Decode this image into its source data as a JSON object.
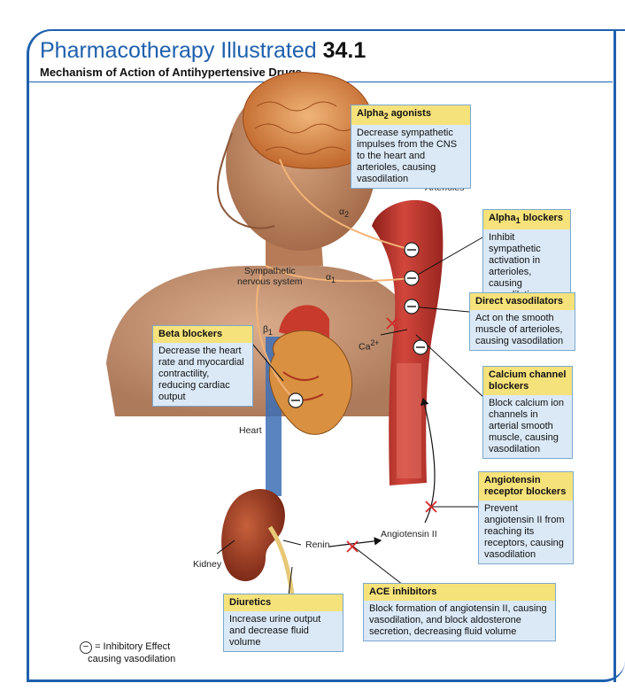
{
  "header": {
    "title": "Pharmacotherapy Illustrated",
    "number": "34.1",
    "subtitle": "Mechanism of Action of Antihypertensive Drugs"
  },
  "labels": {
    "arterioles": "Arterioles",
    "sympathetic": "Sympathetic\nnervous system",
    "heart": "Heart",
    "kidney": "Kidney",
    "renin": "Renin",
    "angiotensin": "Angiotensin II",
    "alpha2": "α",
    "alpha2_sub": "2",
    "alpha1": "α",
    "alpha1_sub": "1",
    "beta1": "β",
    "beta1_sub": "1",
    "ca": "Ca",
    "ca_sup": "2+"
  },
  "callouts": {
    "alpha2": {
      "title": "Alpha",
      "title_sub": "2",
      "title_rest": " agonists",
      "body": "Decrease sympathetic impulses from the CNS to the heart and arterioles, causing vasodilation"
    },
    "alpha1": {
      "title": "Alpha",
      "title_sub": "1",
      "title_rest": " blockers",
      "body": "Inhibit sympathetic activation in arterioles, causing vasodilation"
    },
    "direct": {
      "title": "Direct vasodilators",
      "body": "Act on the smooth muscle of arterioles, causing vasodilation"
    },
    "calcium": {
      "title": "Calcium channel blockers",
      "body": "Block calcium ion channels in arterial smooth muscle, causing vasodilation"
    },
    "arb": {
      "title": "Angiotensin receptor blockers",
      "body": "Prevent angiotensin II from reaching its receptors, causing vasodilation"
    },
    "beta": {
      "title": "Beta blockers",
      "body": "Decrease the heart rate and myocardial contractility, reducing cardiac output"
    },
    "diuretics": {
      "title": "Diuretics",
      "body": "Increase urine output and decrease fluid volume"
    },
    "ace": {
      "title": "ACE inhibitors",
      "body": "Block formation of angiotensin II, causing vasodilation, and block aldosterone secretion, decreasing fluid volume"
    }
  },
  "legend": {
    "symbol": "−",
    "text": "= Inhibitory Effect\n   causing vasodilation"
  },
  "colors": {
    "accent": "#1e60ad",
    "callout_header": "#f6e27a",
    "callout_body": "#dbe9f6",
    "nerve": "#f2b377",
    "artery": "#b8312a",
    "block": "#d62828"
  }
}
